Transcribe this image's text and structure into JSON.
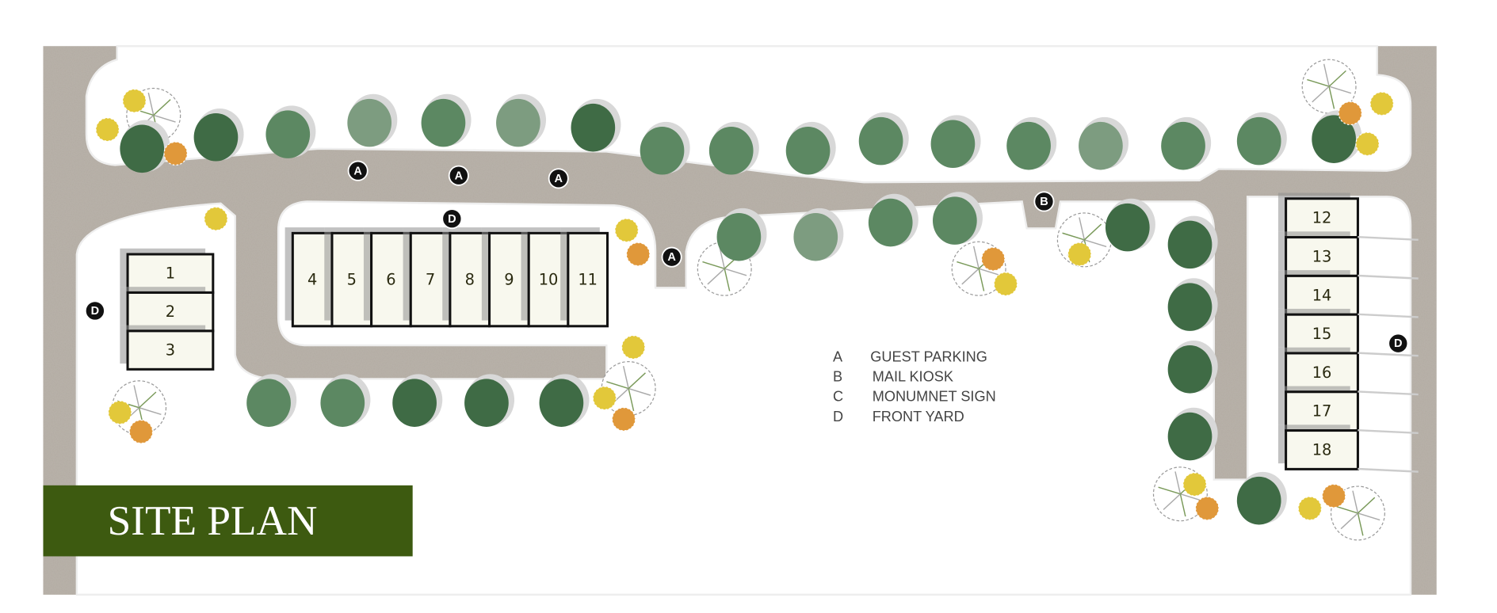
{
  "title": "SITE PLAN",
  "colors": {
    "title_background": "#3d5a10",
    "road": "#b3aca3",
    "tree_dark": "#3f6b45",
    "tree_mid": "#5c8862",
    "tree_light": "#7d9c80",
    "flower_yellow": "#e2c83a",
    "flower_orange": "#e0983a",
    "building_fill": "#f8f8ee",
    "marker": "#111111"
  },
  "units": {
    "west_group": [
      "1",
      "2",
      "3"
    ],
    "north_group": [
      "4",
      "5",
      "6",
      "7",
      "8",
      "9",
      "10",
      "11"
    ],
    "east_group": [
      "12",
      "13",
      "14",
      "15",
      "16",
      "17",
      "18"
    ]
  },
  "markers": [
    "A",
    "A",
    "A",
    "A",
    "B",
    "D",
    "D",
    "D"
  ],
  "legend": [
    {
      "key": "A",
      "label": "GUEST PARKING"
    },
    {
      "key": "B",
      "label": "MAIL KIOSK"
    },
    {
      "key": "C",
      "label": "MONUMNET SIGN"
    },
    {
      "key": "D",
      "label": "FRONT YARD"
    }
  ]
}
